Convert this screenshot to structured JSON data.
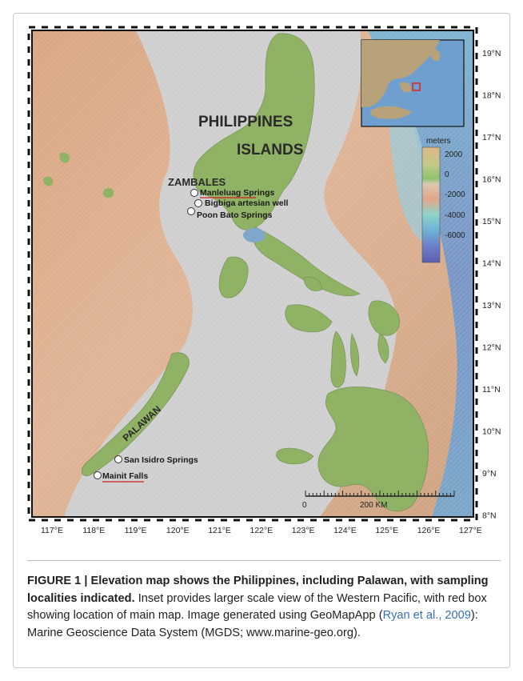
{
  "figure": {
    "map": {
      "lat_labels": [
        "19°N",
        "18°N",
        "17°N",
        "16°N",
        "15°N",
        "14°N",
        "13°N",
        "12°N",
        "11°N",
        "10°N",
        "9°N",
        "8°N"
      ],
      "lon_labels": [
        "117°E",
        "118°E",
        "119°E",
        "120°E",
        "121°E",
        "122°E",
        "123°E",
        "124°E",
        "125°E",
        "126°E",
        "127°E"
      ],
      "region_labels": {
        "philippines_line1": "PHILIPPINES",
        "philippines_line2": "ISLANDS",
        "zambales": "ZAMBALES",
        "palawan": "PALAWAN"
      },
      "sites": [
        {
          "name": "Manleluag Springs"
        },
        {
          "name": "Bigbiga artesian well"
        },
        {
          "name": "Poon Bato Springs"
        },
        {
          "name": "San Isidro Springs"
        },
        {
          "name": "Mainit Falls"
        }
      ],
      "legend": {
        "title": "meters",
        "ticks": [
          "2000",
          "0",
          "-2000",
          "-4000",
          "-6000"
        ]
      },
      "scale_bar": {
        "start": "0",
        "end": "200 KM"
      },
      "inset_box_color": "#e02020"
    },
    "caption": {
      "bold": "FIGURE 1 | Elevation map shows the Philippines, including Palawan, with sampling localities indicated.",
      "text1": " Inset provides larger scale view of the Western Pacific, with red box showing location of main map. Image generated using GeoMapApp (",
      "link": "Ryan et al., 2009",
      "text2": "): Marine Geoscience Data System (MGDS; www.marine-geo.org)."
    }
  }
}
